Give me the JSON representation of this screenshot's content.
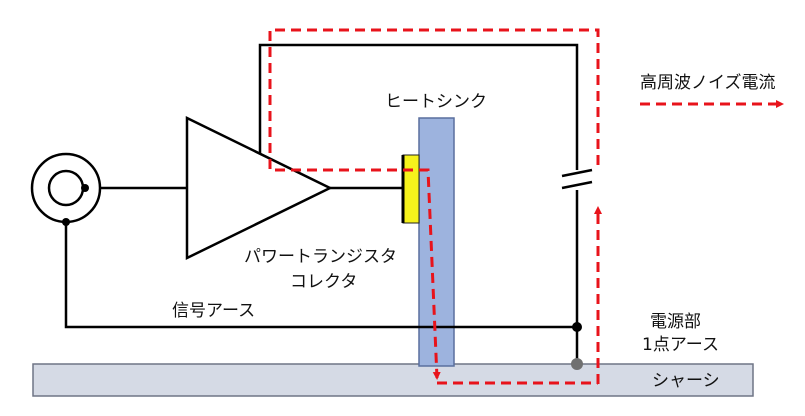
{
  "labels": {
    "heatsink": "ヒートシンク",
    "legend": "高周波ノイズ電流",
    "transistor_line1": "パワートランジスタ",
    "transistor_line2": "コレクタ",
    "signal_ground": "信号アース",
    "power_line1": "電源部",
    "power_line2": "1点アース",
    "chassis": "シャーシ"
  },
  "colors": {
    "wire": "#000000",
    "noise_current": "#e8131b",
    "heatsink_fill": "#9db3de",
    "heatsink_stroke": "#5a6f9e",
    "collector_fill": "#f6f21c",
    "chassis_fill": "#d5dae5",
    "chassis_stroke": "#6f7585",
    "ground_node": "#707070"
  },
  "icons": {
    "signal_source": "coaxial-connector-icon",
    "amplifier": "triangle-amplifier-icon",
    "capacitor": "stray-capacitance-icon"
  }
}
